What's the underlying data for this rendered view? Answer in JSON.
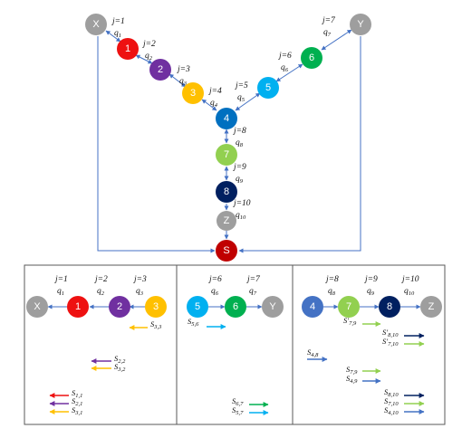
{
  "colors": {
    "gray": "#9e9e9e",
    "red": "#ee1111",
    "purple": "#7030a0",
    "gold": "#ffc000",
    "blue": "#0070c0",
    "lightblue": "#00b0f0",
    "green": "#00b050",
    "lightgreen": "#92d050",
    "navy": "#002060",
    "darkred": "#c00000",
    "edge": "#4472c4",
    "panelBorder": "#595959"
  },
  "top": {
    "nodes": {
      "X": "X",
      "Y": "Y",
      "Z": "Z",
      "S": "S",
      "n1": "1",
      "n2": "2",
      "n3": "3",
      "n4": "4",
      "n5": "5",
      "n6": "6",
      "n7": "7",
      "n8": "8"
    },
    "edges": {
      "e1": {
        "j": "j=1",
        "q": "q",
        "qs": "1"
      },
      "e2": {
        "j": "j=2",
        "q": "q",
        "qs": "2"
      },
      "e3": {
        "j": "j=3",
        "q": "q",
        "qs": "3"
      },
      "e4": {
        "j": "j=4",
        "q": "q",
        "qs": "4"
      },
      "e5": {
        "j": "j=5",
        "q": "q",
        "qs": "5"
      },
      "e6": {
        "j": "j=6",
        "q": "q",
        "qs": "6"
      },
      "e7": {
        "j": "j=7",
        "q": "q",
        "qs": "7"
      },
      "e8": {
        "j": "j=8",
        "q": "q",
        "qs": "8"
      },
      "e9": {
        "j": "j=9",
        "q": "q",
        "qs": "9"
      },
      "e10": {
        "j": "j=10",
        "q": "q",
        "qs": "10"
      }
    }
  },
  "panel1": {
    "nodes": {
      "X": "X",
      "n1": "1",
      "n2": "2",
      "n3": "3"
    },
    "edges": {
      "e1": {
        "j": "j=1",
        "q": "q",
        "qs": "1"
      },
      "e2": {
        "j": "j=2",
        "q": "q",
        "qs": "2"
      },
      "e3": {
        "j": "j=3",
        "q": "q",
        "qs": "3"
      }
    },
    "s33": {
      "s": "S",
      "sub": "3,3"
    },
    "s22": {
      "s": "S",
      "sub": "2,2"
    },
    "s32": {
      "s": "S",
      "sub": "3,2"
    },
    "s11": {
      "s": "S",
      "sub": "1,1"
    },
    "s21": {
      "s": "S",
      "sub": "2,1"
    },
    "s31": {
      "s": "S",
      "sub": "3,1"
    }
  },
  "panel2": {
    "nodes": {
      "n5": "5",
      "n6": "6",
      "Y": "Y"
    },
    "edges": {
      "e6": {
        "j": "j=6",
        "q": "q",
        "qs": "6"
      },
      "e7": {
        "j": "j=7",
        "q": "q",
        "qs": "7"
      }
    },
    "s56": {
      "s": "S",
      "sub": "5,6"
    },
    "s67": {
      "s": "S",
      "sub": "6,7"
    },
    "s57": {
      "s": "S",
      "sub": "5,7"
    }
  },
  "panel3": {
    "nodes": {
      "n4": "4",
      "n7": "7",
      "n8": "8",
      "Z": "Z"
    },
    "edges": {
      "e8": {
        "j": "j=8",
        "q": "q",
        "qs": "8"
      },
      "e9": {
        "j": "j=9",
        "q": "q",
        "qs": "9"
      },
      "e10": {
        "j": "j=10",
        "q": "q",
        "qs": "10"
      }
    },
    "sp79": {
      "s": "S'",
      "sub": "7,9"
    },
    "sp810": {
      "s": "S'",
      "sub": "8,10"
    },
    "sp710": {
      "s": "S'",
      "sub": "7,10"
    },
    "s48": {
      "s": "S",
      "sub": "4,8"
    },
    "s79": {
      "s": "S",
      "sub": "7,9"
    },
    "s49": {
      "s": "S",
      "sub": "4,9"
    },
    "s810": {
      "s": "S",
      "sub": "8,10"
    },
    "s710": {
      "s": "S",
      "sub": "7,10"
    },
    "s410": {
      "s": "S",
      "sub": "4,10"
    }
  }
}
